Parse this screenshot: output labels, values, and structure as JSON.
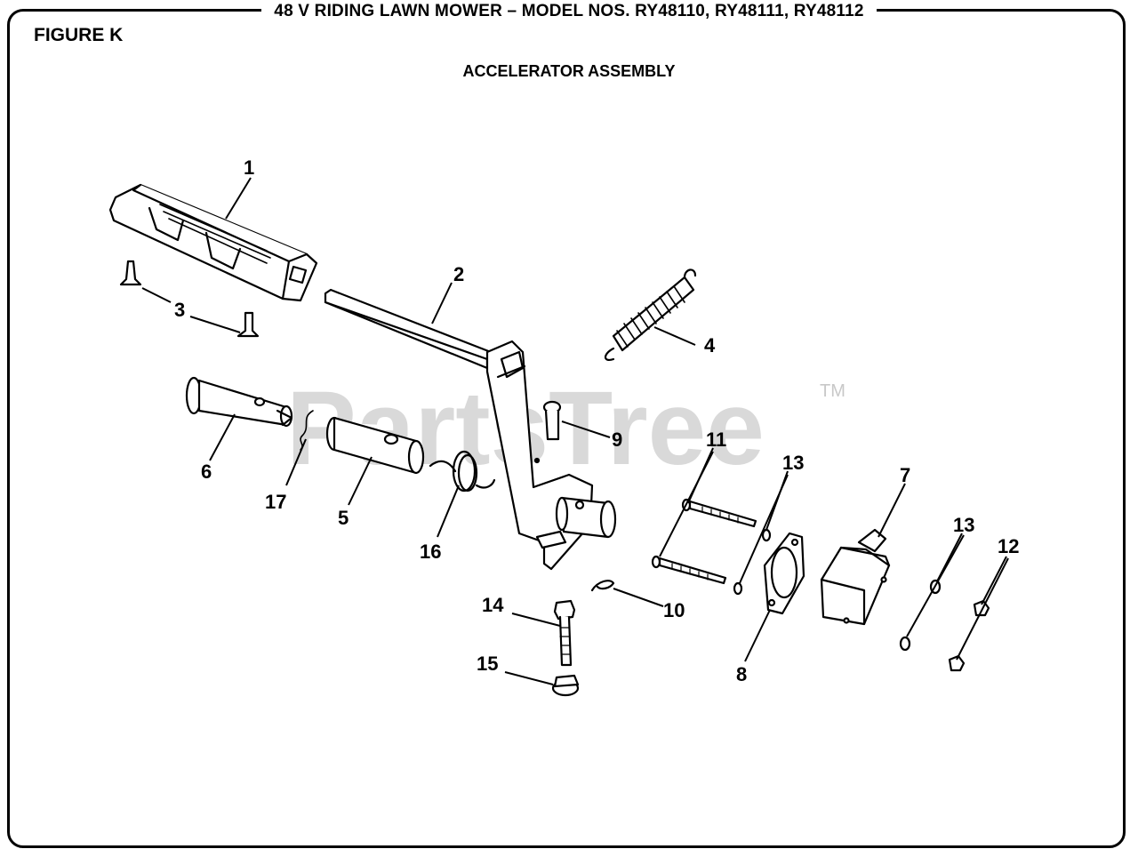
{
  "header": {
    "title": "48 V RIDING LAWN MOWER – MODEL NOS. RY48110, RY48111, RY48112",
    "figure_label": "FIGURE K",
    "subtitle": "ACCELERATOR ASSEMBLY"
  },
  "watermark": {
    "text": "PartsTree",
    "tm": "TM"
  },
  "callouts": [
    "1",
    "2",
    "3",
    "4",
    "5",
    "6",
    "7",
    "8",
    "9",
    "10",
    "11",
    "12",
    "13",
    "13",
    "14",
    "15",
    "16",
    "17"
  ],
  "colors": {
    "line": "#000000",
    "watermark": "#d9d9d9",
    "background": "#ffffff"
  }
}
